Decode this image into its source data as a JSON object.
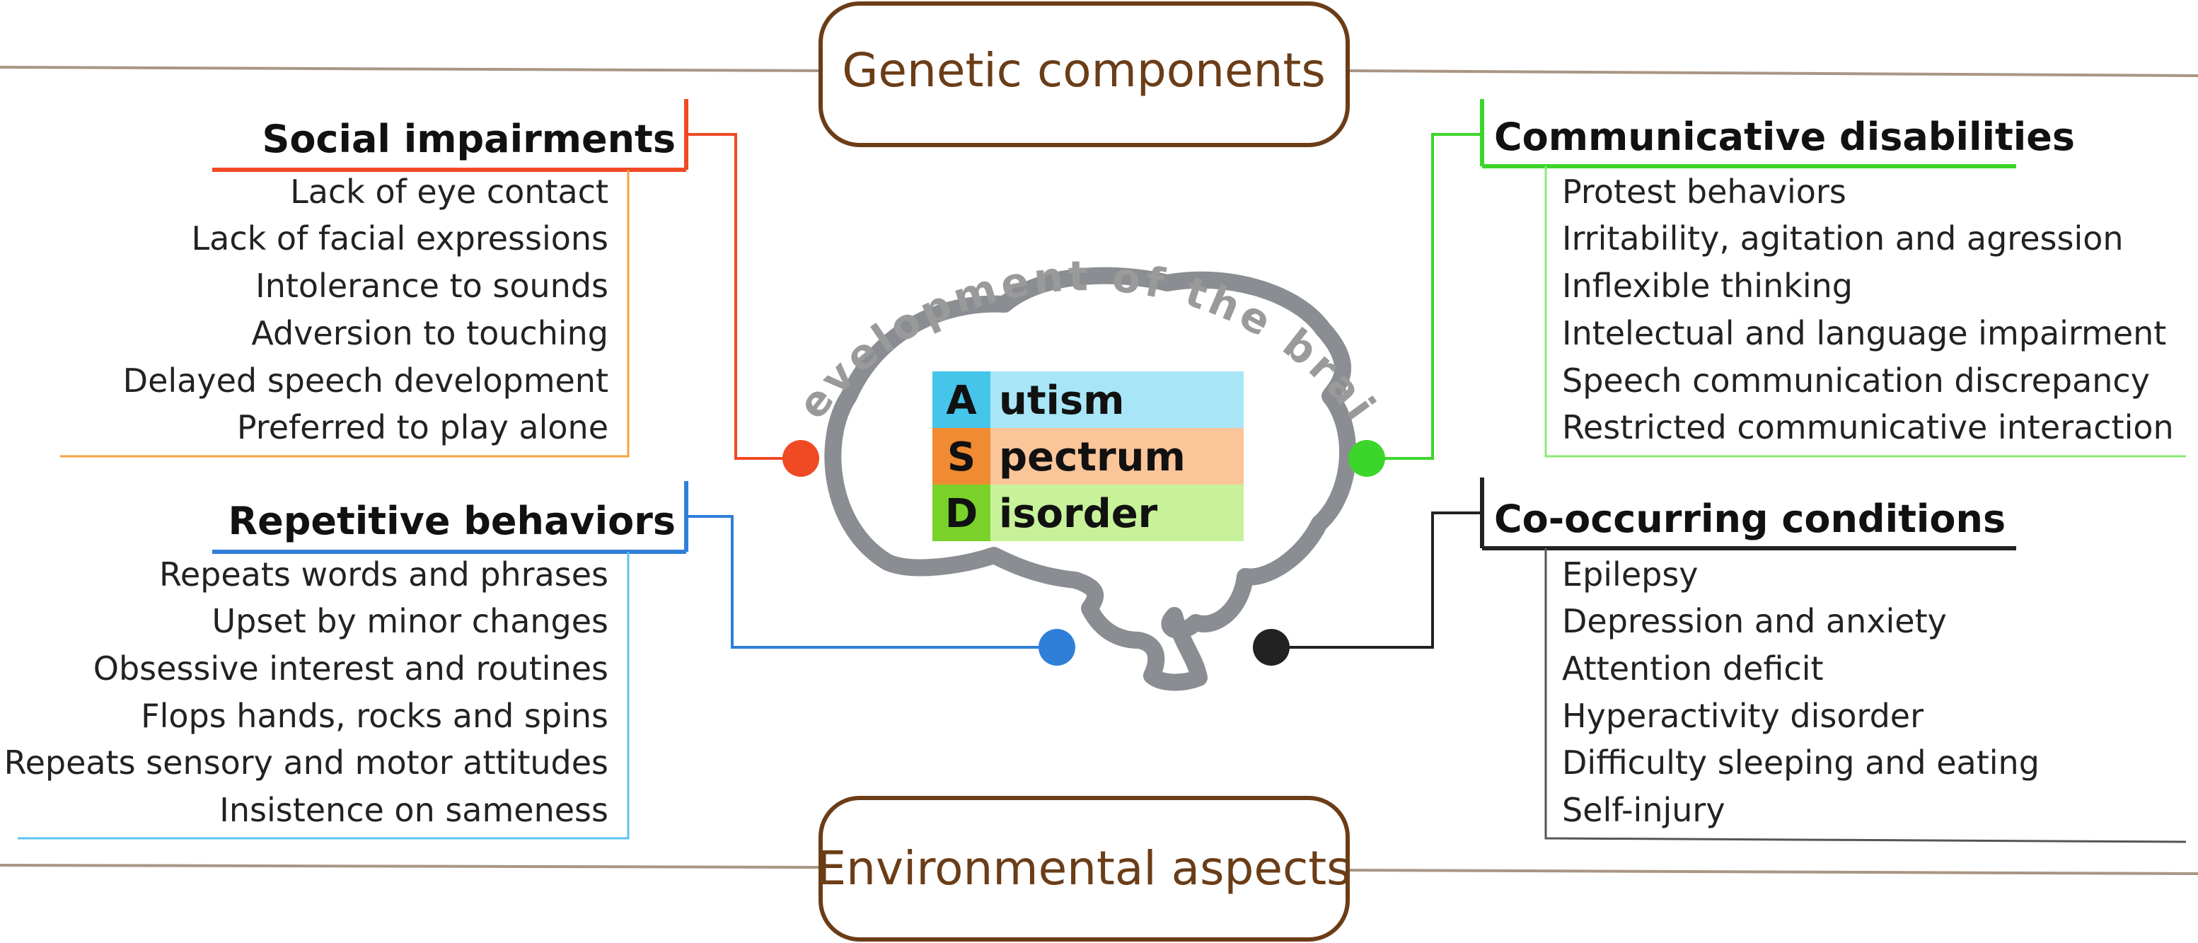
{
  "colors": {
    "social": "#ef4a23",
    "social_light": "#f4a340",
    "communicative": "#3cd52a",
    "communicative_light": "#8de87a",
    "repetitive": "#2f7fd9",
    "repetitive_light": "#5fc3ee",
    "cooccurring": "#222222",
    "cooccurring_light": "#555555",
    "box_border": "#6b3d17",
    "horizon": "#a89684",
    "brain": "#8a8d91",
    "asd_a": "#a8e6f7",
    "asd_a_strong": "#45c5ea",
    "asd_s": "#fbc59a",
    "asd_s_strong": "#f08a33",
    "asd_d": "#c8f29a",
    "asd_d_strong": "#7ad12a"
  },
  "top_box": {
    "label": "Genetic components"
  },
  "bottom_box": {
    "label": "Environmental aspects"
  },
  "brain": {
    "arc_label": "Development of the brain"
  },
  "asd": [
    {
      "letter": "A",
      "rest": "utism"
    },
    {
      "letter": "S",
      "rest": "pectrum"
    },
    {
      "letter": "D",
      "rest": "isorder"
    }
  ],
  "social": {
    "heading": "Social impairments",
    "items": [
      "Lack of eye contact",
      "Lack of facial expressions",
      "Intolerance to sounds",
      "Adversion to touching",
      "Delayed speech development",
      "Preferred to play alone"
    ]
  },
  "repetitive": {
    "heading": "Repetitive behaviors",
    "items": [
      "Repeats words and phrases",
      "Upset by minor changes",
      "Obsessive interest and routines",
      "Flops hands, rocks and spins",
      "Repeats sensory and motor attitudes",
      "Insistence on sameness"
    ]
  },
  "communicative": {
    "heading": "Communicative disabilities",
    "items": [
      "Protest behaviors",
      "Irritability, agitation and agression",
      "Inflexible thinking",
      "Intelectual and language impairment",
      "Speech communication discrepancy",
      "Restricted communicative interaction"
    ]
  },
  "cooccurring": {
    "heading": "Co-occurring conditions",
    "items": [
      "Epilepsy",
      "Depression and anxiety",
      "Attention deficit",
      "Hyperactivity disorder",
      "Difficulty sleeping and eating",
      "Self-injury"
    ]
  }
}
